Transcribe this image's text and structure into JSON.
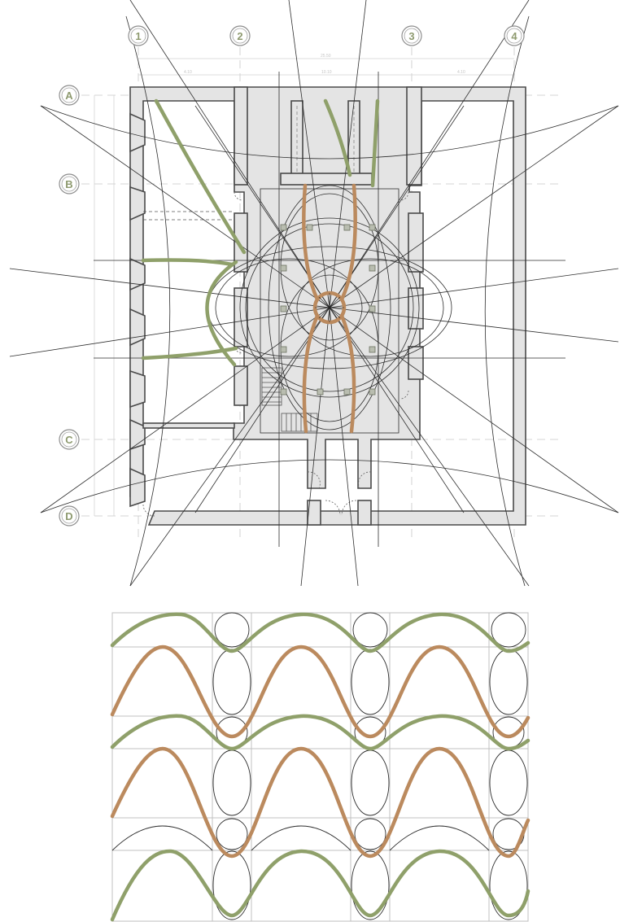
{
  "gridlines": {
    "columns": [
      "1",
      "2",
      "3",
      "4"
    ],
    "rows": [
      "A",
      "B",
      "C",
      "D"
    ]
  },
  "dimensions": {
    "overall": "25.50",
    "spans": [
      "4.10",
      "10.10",
      "4.10"
    ]
  },
  "colors": {
    "green": "#8fa06a",
    "brown": "#bb8a5e",
    "wall_fill": "#e4e4e4",
    "line": "#2e2e2e"
  }
}
